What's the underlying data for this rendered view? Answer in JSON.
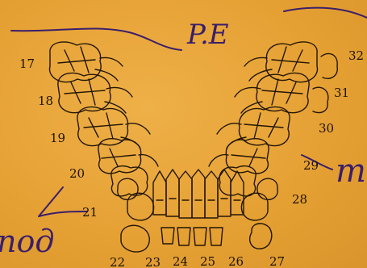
{
  "diagram": {
    "header_note": "P.E",
    "left_note": "под",
    "right_note": "m",
    "upper_left_labels": [
      "17",
      "18",
      "19",
      "20",
      "21"
    ],
    "upper_right_labels": [
      "32",
      "31",
      "30",
      "29",
      "28"
    ],
    "bottom_labels": [
      "22",
      "23",
      "24",
      "25",
      "26",
      "27"
    ]
  },
  "colors": {
    "paper": "#e8a53a",
    "ink_print": "#241607",
    "ink_handwriting": "#3a1e6a"
  }
}
